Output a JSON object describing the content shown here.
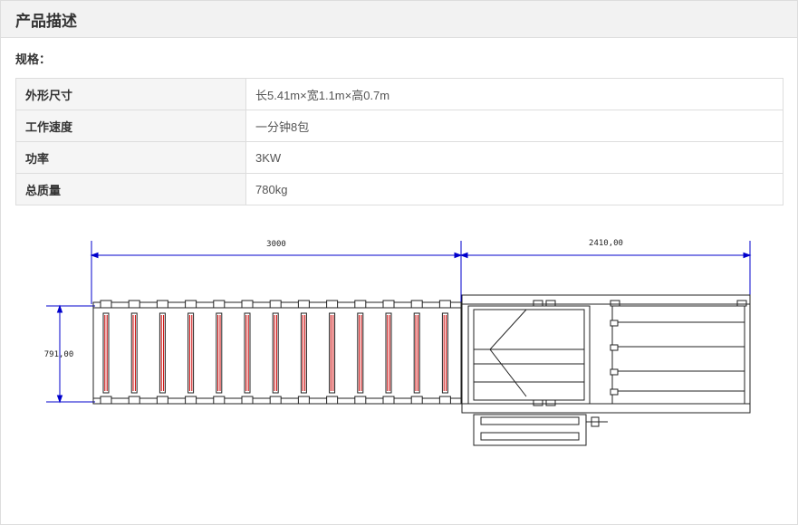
{
  "header": {
    "title": "产品描述"
  },
  "spec_label": "规格：",
  "specs": [
    {
      "key": "外形尺寸",
      "value": "长5.41m×宽1.1m×高0.7m"
    },
    {
      "key": "工作速度",
      "value": "一分钟8包"
    },
    {
      "key": "功率",
      "value": "3KW"
    },
    {
      "key": "总质量",
      "value": "780kg"
    }
  ],
  "drawing": {
    "dim_length": "3000",
    "dim_length2": "2410,00",
    "dim_width": "791,00",
    "dimension_color": "#0000cc",
    "roller_color": "#cc0000",
    "roller_count": 13
  }
}
